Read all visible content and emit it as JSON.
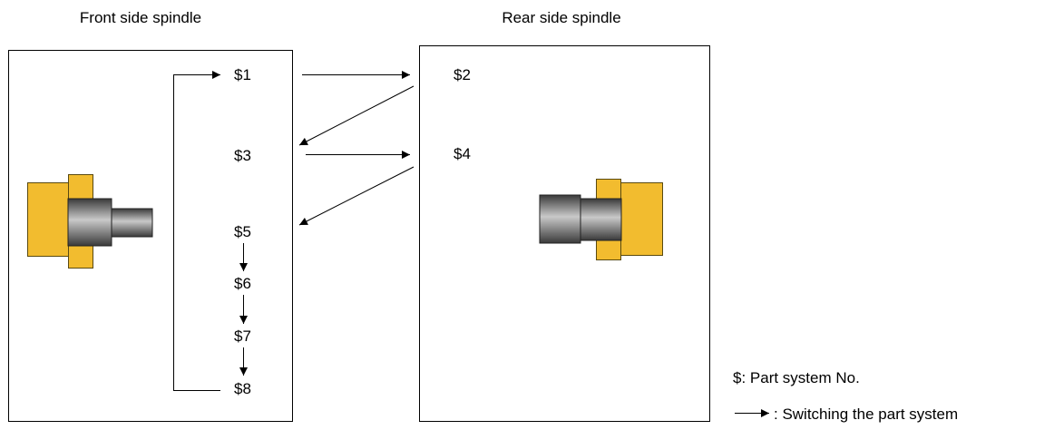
{
  "spindles": {
    "front_label": "Front side spindle",
    "rear_label": "Rear side spindle"
  },
  "part_systems": {
    "p1": "$1",
    "p2": "$2",
    "p3": "$3",
    "p4": "$4",
    "p5": "$5",
    "p6": "$6",
    "p7": "$7",
    "p8": "$8"
  },
  "legend": {
    "part_system_text": "$: Part system No.",
    "switching_text": ": Switching the part system"
  },
  "colors": {
    "chuck": "#F2BC2F",
    "chuck_border": "#5A4A10",
    "workpiece_dark": "#3C3C3C",
    "workpiece_light": "#C8C8C8",
    "line": "#000000"
  }
}
